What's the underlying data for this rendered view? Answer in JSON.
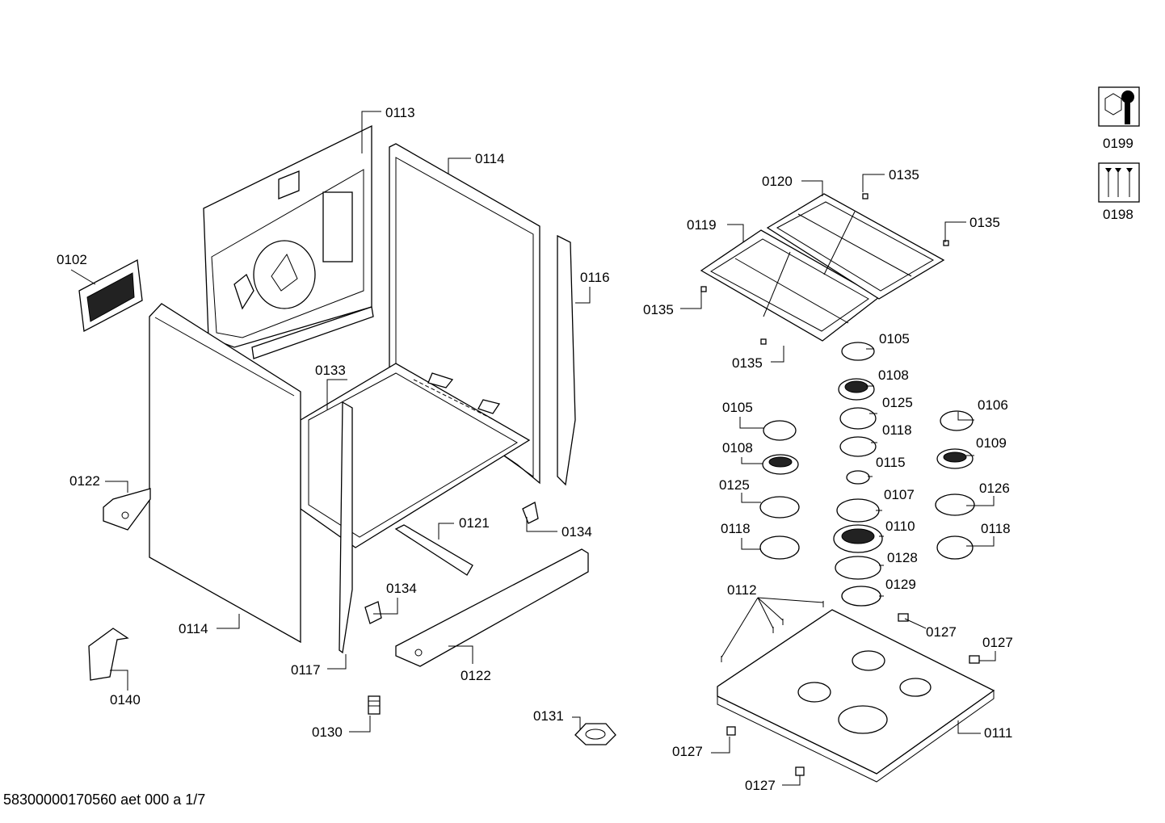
{
  "document_code": "58300000170560 aet 000 a 1/7",
  "legend": [
    {
      "id": "0199",
      "icon": "wrench-nut-icon"
    },
    {
      "id": "0198",
      "icon": "screws-icon"
    }
  ],
  "labels": [
    "0113",
    "0114",
    "0102",
    "0116",
    "0133",
    "0122",
    "0121",
    "0134",
    "0134",
    "0114",
    "0117",
    "0122",
    "0140",
    "0130",
    "0131",
    "0120",
    "0135",
    "0119",
    "0135",
    "0135",
    "0135",
    "0105",
    "0108",
    "0125",
    "0118",
    "0105",
    "0108",
    "0125",
    "0118",
    "0106",
    "0109",
    "0126",
    "0118",
    "0115",
    "0107",
    "0110",
    "0128",
    "0129",
    "0112",
    "0127",
    "0127",
    "0111",
    "0127",
    "0127"
  ]
}
